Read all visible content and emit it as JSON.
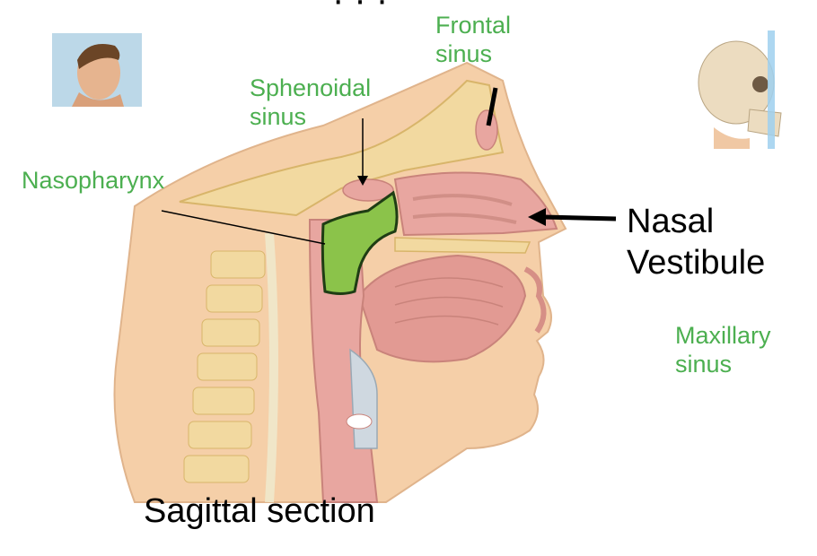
{
  "labels": {
    "frontal": [
      "Frontal",
      "sinus"
    ],
    "sphenoidal": [
      "Sphenoidal",
      "sinus"
    ],
    "nasopharynx": "Nasopharynx",
    "nasal_vestibule": [
      "Nasal",
      "Vestibule"
    ],
    "maxillary": [
      "Maxillary",
      "sinus"
    ],
    "section": "Sagittal section"
  },
  "colors": {
    "label_green": "#4caf50",
    "highlight_green": "#8bc34a",
    "tissue_pink": "#e8a6a0",
    "bone": "#f2d9a0",
    "skin": "#f5cfa8"
  },
  "icons": {
    "head_profile": "head-profile-photo-icon",
    "skull_plane": "skull-sagittal-plane-icon"
  }
}
